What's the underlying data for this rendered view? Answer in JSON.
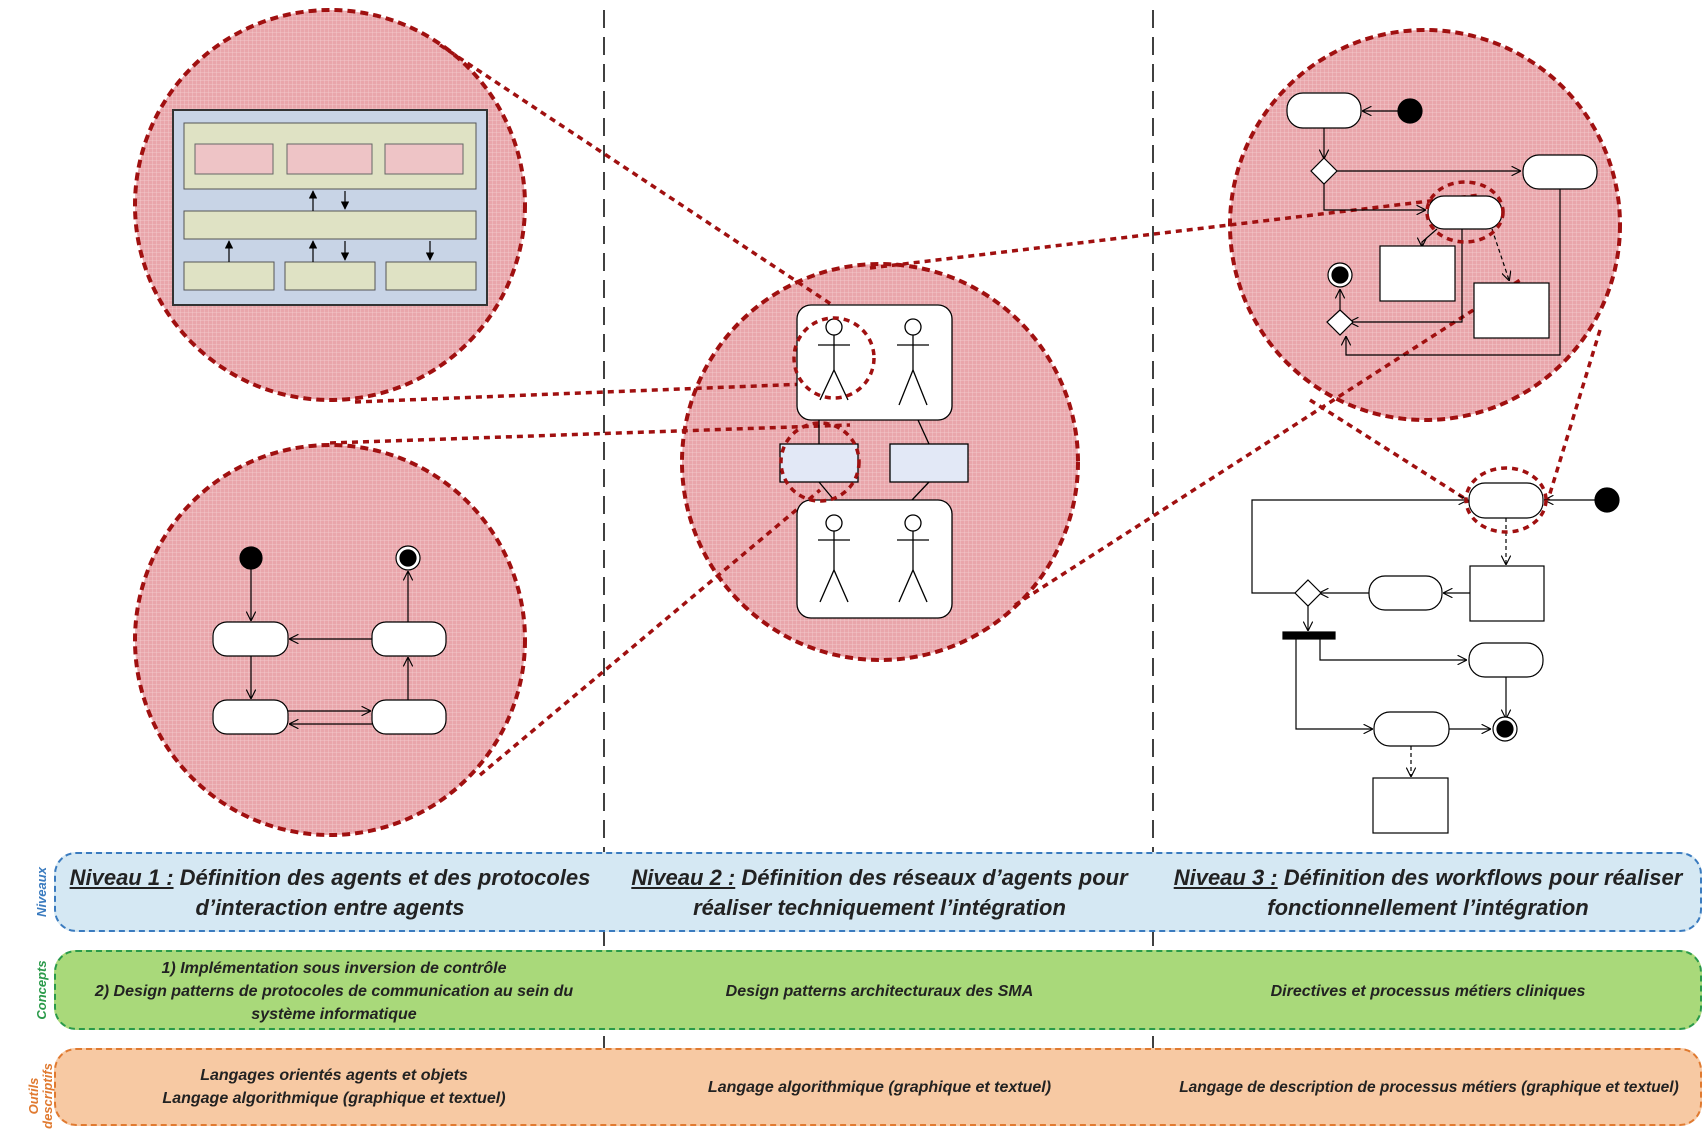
{
  "side_labels": {
    "levels": "Niveaux",
    "concepts": "Concepts",
    "tools_1": "Outils",
    "tools_2": "descriptifs"
  },
  "levels": [
    {
      "prefix": "Niveau 1 :",
      "text": " Définition des agents et des protocoles d’interaction entre agents"
    },
    {
      "prefix": "Niveau 2 :",
      "text": " Définition des réseaux d’agents pour réaliser techniquement l’intégration"
    },
    {
      "prefix": "Niveau 3 :",
      "text": " Définition des workflows pour réaliser fonctionnellement l’intégration"
    }
  ],
  "concepts": [
    {
      "line1": "1) Implémentation sous inversion de contrôle",
      "line2": "2) Design patterns de protocoles de communication au sein du système informatique"
    },
    {
      "line1": "Design patterns architecturaux des SMA"
    },
    {
      "line1": "Directives et processus métiers cliniques"
    }
  ],
  "tools": [
    {
      "line1": "Langages orientés agents et objets",
      "line2": "Langage algorithmique (graphique et textuel)"
    },
    {
      "line1": "Langage algorithmique (graphique et textuel)"
    },
    {
      "line1": "Langage de description de processus métiers (graphique et textuel)"
    }
  ],
  "colors": {
    "zoom_fill": "#e8a8ac",
    "zoom_border": "#a01010",
    "levels_band": "#d5e8f3",
    "concepts_band": "#a9d97a",
    "tools_band": "#f7c9a3",
    "levels_label": "#3a7bbf",
    "concepts_label": "#2a9a4a",
    "tools_label": "#e07a30"
  }
}
